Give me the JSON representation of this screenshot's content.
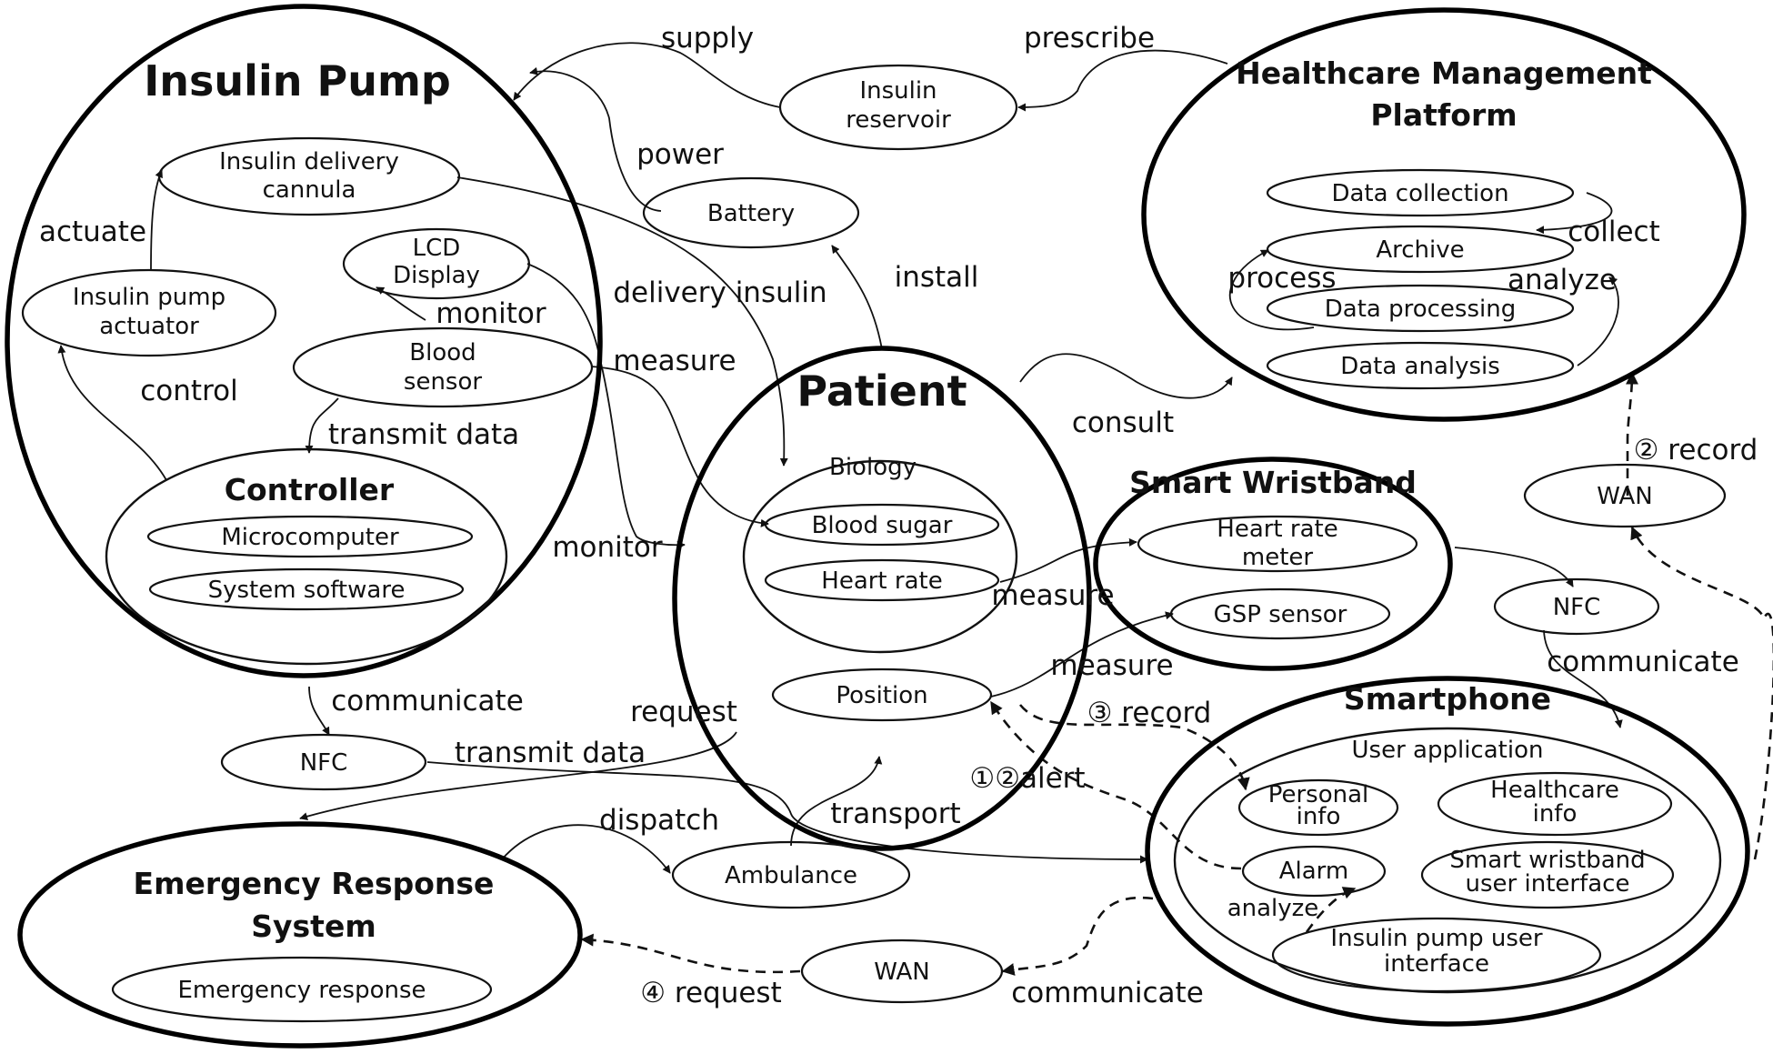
{
  "systems": {
    "insulin_pump": "Insulin Pump",
    "healthcare_platform_line1": "Healthcare Management",
    "healthcare_platform_line2": "Platform",
    "patient": "Patient",
    "smart_wristband": "Smart Wristband",
    "smartphone": "Smartphone",
    "emergency_line1": "Emergency Response",
    "emergency_line2": "System",
    "controller": "Controller"
  },
  "nodes": {
    "insulin_delivery_cannula_1": "Insulin delivery",
    "insulin_delivery_cannula_2": "cannula",
    "lcd_display_1": "LCD",
    "lcd_display_2": "Display",
    "insulin_pump_actuator_1": "Insulin pump",
    "insulin_pump_actuator_2": "actuator",
    "blood_sensor_1": "Blood",
    "blood_sensor_2": "sensor",
    "microcomputer": "Microcomputer",
    "system_software": "System software",
    "insulin_reservoir_1": "Insulin",
    "insulin_reservoir_2": "reservoir",
    "battery": "Battery",
    "data_collection": "Data collection",
    "archive": "Archive",
    "data_processing": "Data processing",
    "data_analysis": "Data analysis",
    "biology": "Biology",
    "blood_sugar": "Blood sugar",
    "heart_rate": "Heart rate",
    "position": "Position",
    "heart_rate_meter_1": "Heart rate",
    "heart_rate_meter_2": "meter",
    "gsp_sensor": "GSP sensor",
    "wan_top": "WAN",
    "nfc_right": "NFC",
    "nfc_left": "NFC",
    "user_application": "User application",
    "personal_info_1": "Personal",
    "personal_info_2": "info",
    "healthcare_info_1": "Healthcare",
    "healthcare_info_2": "info",
    "alarm": "Alarm",
    "smart_wristband_ui_1": "Smart wristband",
    "smart_wristband_ui_2": "user interface",
    "insulin_pump_ui_1": "Insulin pump user",
    "insulin_pump_ui_2": "interface",
    "ambulance": "Ambulance",
    "wan_bottom": "WAN",
    "emergency_response": "Emergency response"
  },
  "edges": {
    "supply": "supply",
    "prescribe": "prescribe",
    "power": "power",
    "actuate": "actuate",
    "monitor_lcd": "monitor",
    "install": "install",
    "delivery_insulin": "delivery insulin",
    "measure_blood": "measure",
    "control": "control",
    "transmit_data_controller": "transmit data",
    "monitor_patient": "monitor",
    "consult": "consult",
    "collect": "collect",
    "process": "process",
    "analyze_platform": "analyze",
    "record_wan": "② record",
    "measure_heart": "measure",
    "measure_gsp": "measure",
    "communicate_nfc_right": "communicate",
    "communicate_nfc_left": "communicate",
    "request": "request",
    "record_smartphone": "③ record",
    "transmit_data_nfc": "transmit data",
    "alert": "①②alert",
    "dispatch": "dispatch",
    "transport": "transport",
    "analyze_alarm": "analyze",
    "request_emergency": "④ request",
    "communicate_wan": "communicate"
  }
}
